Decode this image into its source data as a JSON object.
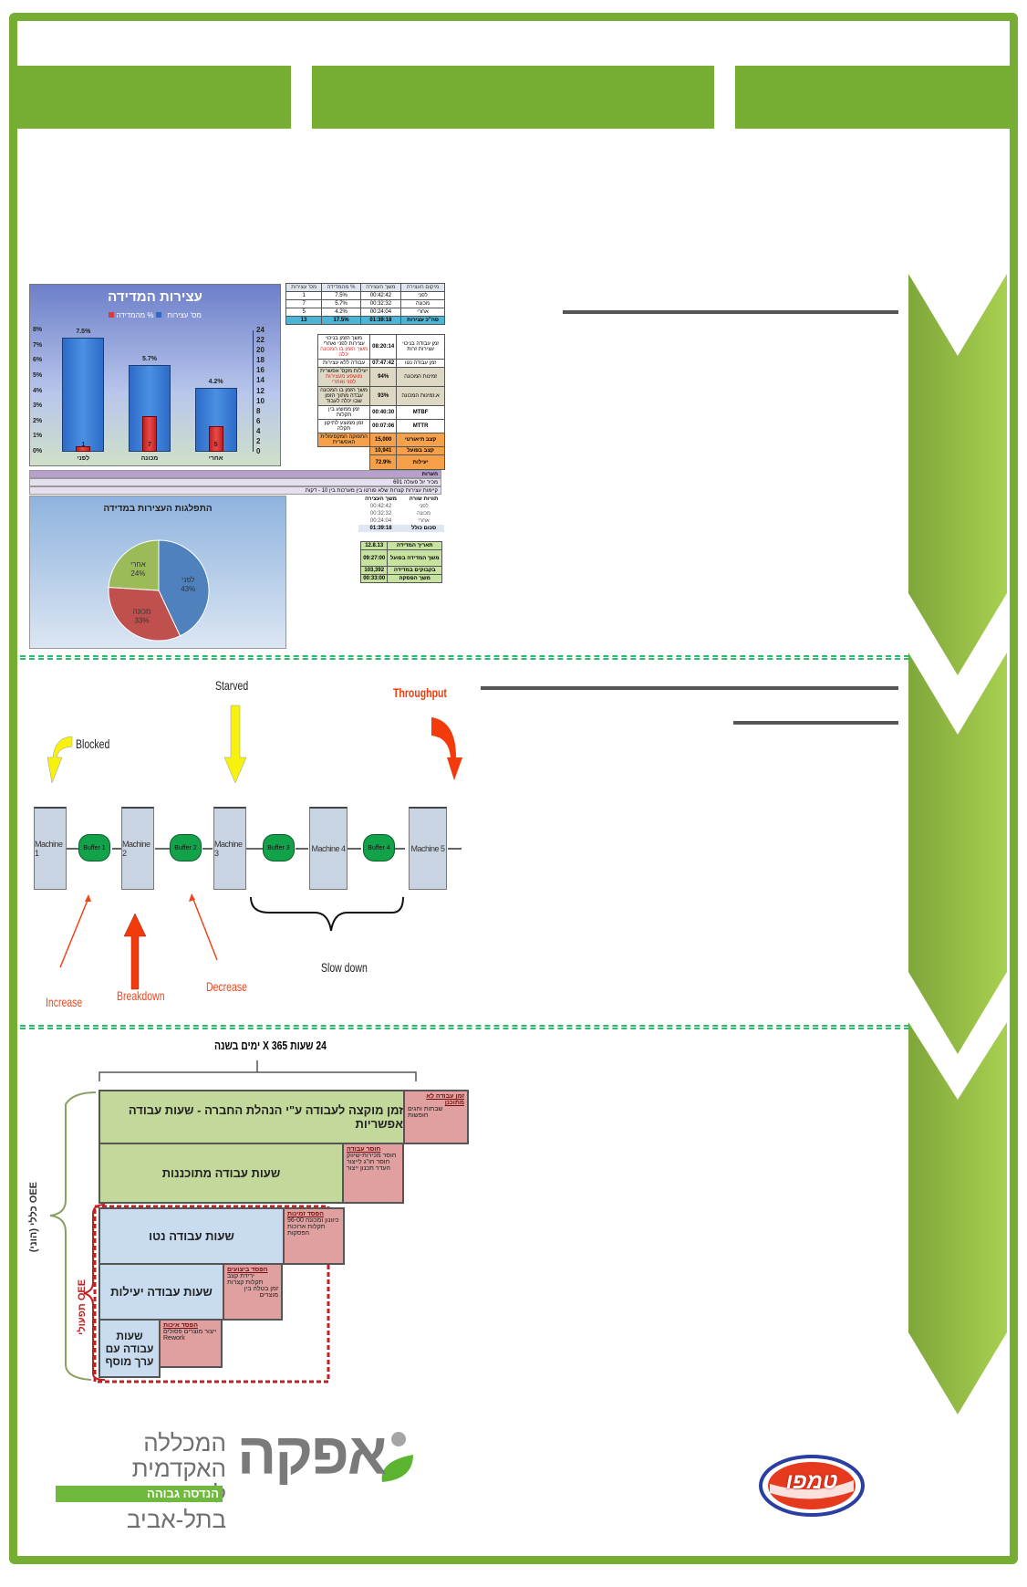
{
  "colors": {
    "brand_green": "#76ad33",
    "dash_green": "#2fb96b",
    "bar_blue": "#2d6bc8",
    "bar_red": "#d93a3a",
    "pie_blue": "#4f81bd",
    "pie_red": "#c0504d",
    "pie_green": "#9bbb59"
  },
  "chart_data": [
    {
      "type": "bar",
      "title": "עצירות המדידה",
      "legend": [
        "% מהמדידה",
        "מס' עצירות"
      ],
      "categories": [
        "לפני",
        "מכונה",
        "אחרי"
      ],
      "series": [
        {
          "name": "% מהמדידה",
          "axis": "left",
          "values": [
            7.5,
            5.7,
            4.2
          ],
          "labels": [
            "7.5%",
            "5.7%",
            "4.2%"
          ]
        },
        {
          "name": "מס' עצירות",
          "axis": "right",
          "values": [
            1,
            7,
            5
          ],
          "labels": [
            "1",
            "7",
            "5"
          ]
        }
      ],
      "ylim": [
        0,
        8
      ],
      "yticks": [
        "0%",
        "1%",
        "2%",
        "3%",
        "4%",
        "5%",
        "6%",
        "7%",
        "8%"
      ],
      "y2lim": [
        0,
        24
      ],
      "y2ticks": [
        "0",
        "2",
        "4",
        "6",
        "8",
        "10",
        "12",
        "14",
        "16",
        "18",
        "20",
        "22",
        "24"
      ],
      "xlabel": "",
      "ylabel": "",
      "legend_position": "top"
    },
    {
      "type": "pie",
      "title": "התפלגות העצירות במדידה",
      "categories": [
        "לפני",
        "מכונה",
        "אחרי"
      ],
      "values": [
        43,
        33,
        24
      ],
      "labels": [
        "43%",
        "33%",
        "24%"
      ]
    }
  ],
  "stops_table": {
    "headers": [
      "מיקום העצירה",
      "משך העצירה",
      "% מהמדידה",
      "מס' עצירות"
    ],
    "rows": [
      [
        "לפני",
        "00:42:42",
        "7.5%",
        "1"
      ],
      [
        "מכונה",
        "00:32:32",
        "5.7%",
        "7"
      ],
      [
        "אחרי",
        "00:24:04",
        "4.2%",
        "5"
      ]
    ],
    "total": [
      "סה\"כ עצירות",
      "01:39:18",
      "17.5%",
      "13"
    ]
  },
  "kpi_table": {
    "rows": [
      {
        "label": "זמן עבודה בניכוי עצירות זרות",
        "value": "08:20:14",
        "note": "משך הזמן בניכוי עצירות לפני ואחרי",
        "note2": "משך הזמן בו המכונה יכלה"
      },
      {
        "label": "זמן עבודה נטו",
        "value": "07:47:42",
        "note": "עבודה ללא עצירות"
      },
      {
        "label": "זמינות המכונה",
        "value": "94%",
        "note": "יעילות מקס' אפשרית",
        "note2": "מושפע מעצירות לפני ואחרי"
      },
      {
        "label": "א.זמינות המכונה",
        "value": "93%",
        "note": "משך הזמן בו המכונה עבדה מתוך הזמן שבו יכלה לעבוד"
      },
      {
        "label": "MTBF",
        "value": "00:40:30",
        "note": "זמן ממוצע בין תקלות"
      },
      {
        "label": "MTTR",
        "value": "00:07:06",
        "note": "זמן ממוצע לתיקון תקלה"
      },
      {
        "label": "קצב תיאורטי",
        "value": "15,000",
        "note": "התפוקה המקסימלית האפשרית"
      },
      {
        "label": "קצב בפועל",
        "value": "10,941"
      },
      {
        "label": "יעילות",
        "value": "72.9%"
      }
    ]
  },
  "notes": {
    "header": "הערות",
    "lines": [
      "מכיר יול פעולה  691",
      "קיימות עצירות קצרות שלא פורטו בין מערכות בין 10 - דקות"
    ]
  },
  "pivot_table": {
    "headers": [
      "תוויות שורה",
      "משך העצירה"
    ],
    "rows": [
      [
        "לפני",
        "00:42:42"
      ],
      [
        "מכונה",
        "00:32:32"
      ],
      [
        "אחרי",
        "00:24:04"
      ]
    ],
    "total": [
      "סכום כולל",
      "01:39:18"
    ]
  },
  "info_table": {
    "rows": [
      [
        "תאריך המדידה",
        "12.8.13"
      ],
      [
        "משך המדידה בפועל",
        "09:27:00"
      ],
      [
        "בקבוקים במדידה",
        "103,392"
      ],
      [
        "משך הפסקה",
        "00:33:00"
      ]
    ]
  },
  "flow_diagram": {
    "machines": [
      "Machine 1",
      "Machine 2",
      "Machine 3",
      "Machine 4",
      "Machine 5"
    ],
    "buffers": [
      "Buffer 1",
      "Buffer 2",
      "Buffer 3",
      "Buffer 4"
    ],
    "labels": {
      "starved": "Starved",
      "blocked": "Blocked",
      "throughput": "Throughput",
      "increase": "Increase",
      "breakdown": "Breakdown",
      "decrease": "Decrease",
      "slow_down": "Slow down"
    }
  },
  "oee_diagram": {
    "top_label": "24 שעות X 365 ימים בשנה",
    "total_oee": "OEE כללי (הוני)",
    "operational_oee": "OEE תפעולי",
    "levels": [
      {
        "name": "זמן מוקצה לעבודה ע\"י הנהלת החברה - שעות עבודה אפשריות",
        "loss_title": "זמן עבודה לא מתוכנן",
        "loss_items": [
          "שבתות וחגים",
          "חופשות"
        ]
      },
      {
        "name": "שעות עבודה מתוכננות",
        "loss_title": "חוסר עבודה",
        "loss_items": [
          "חוסר מכירות-שיווק",
          "חוסר חו\"ג לייצור",
          "העדר תכנון ייצור"
        ]
      },
      {
        "name": "שעות עבודה נטו",
        "loss_title": "הפסד זמינות",
        "loss_items": [
          "כיוונון ומכונה 96-00",
          "תקלות ארוכות",
          "הפסקות"
        ]
      },
      {
        "name": "שעות עבודה יעילות",
        "loss_title": "הפסד ביצועים",
        "loss_items": [
          "ירידת קצב",
          "תקלות קצרות",
          "זמן בטלה בין מוצרים"
        ]
      },
      {
        "name": "שעות עבודה עם ערך מוסף",
        "loss_title": "הפסד איכות",
        "loss_items": [
          "ייצור מוצרים פסולים",
          "Rework"
        ]
      }
    ]
  },
  "logos": {
    "afeka_name": "אפקה",
    "afeka_line1": "המכללה האקדמית",
    "afeka_line2": "להנדסה בתל-אביב",
    "afeka_tag": "הנדסה גבוהה",
    "tempo_name": "טמפו"
  }
}
